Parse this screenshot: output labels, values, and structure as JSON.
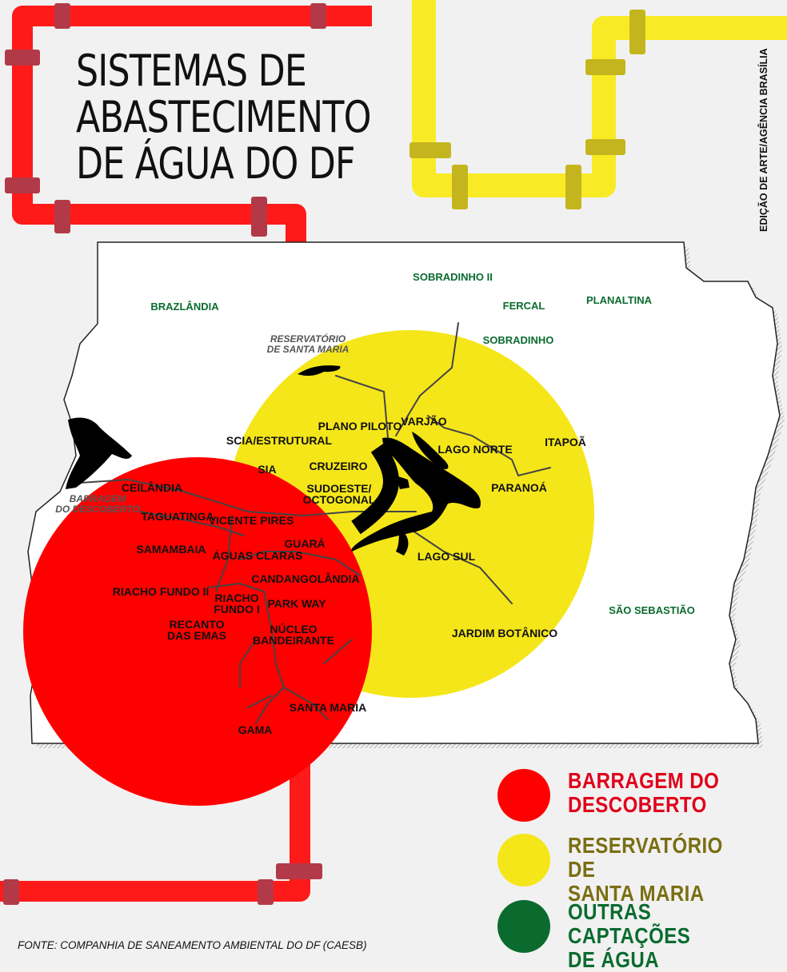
{
  "title": {
    "line1": "SISTEMAS DE",
    "line2": "ABASTECIMENTO",
    "line3": "DE ÁGUA DO DF"
  },
  "credit": "EDIÇÃO DE ARTE/AGÊNCIA BRASÍLIA",
  "source": "FONTE: COMPANHIA DE SANEAMENTO AMBIENTAL DO DF (CAESB)",
  "colors": {
    "descoberto": "#ff0000",
    "santa_maria": "#f5e61a",
    "outras": "#0b6b2f",
    "pipe_red": "#ff1a1a",
    "pipe_red_joint": "#b23a48",
    "pipe_yellow": "#f8eb25",
    "pipe_yellow_joint": "#c4b51e",
    "santa_maria_legend_text": "#7a6e12"
  },
  "reservoirs": {
    "santa_maria": "RESERVATÓRIO\nDE SANTA MARIA",
    "descoberto": "BARRAGEM\nDO DESCOBERTO"
  },
  "outras_captacoes": [
    "SOBRADINHO II",
    "BRAZLÂNDIA",
    "FERCAL",
    "PLANALTINA",
    "SOBRADINHO",
    "SÃO SEBASTIÃO"
  ],
  "regions": [
    "PLANO PILOTO",
    "VARJÃO",
    "SCIA/ESTRUTURAL",
    "LAGO NORTE",
    "ITAPOÃ",
    "SIA",
    "CRUZEIRO",
    "SUDOESTE/\nOCTOGONAL",
    "PARANOÁ",
    "CEILÂNDIA",
    "TAGUATINGA",
    "VICENTE PIRES",
    "GUARÁ",
    "SAMAMBAIA",
    "ÁGUAS CLARAS",
    "LAGO SUL",
    "CANDANGOLÂNDIA",
    "RIACHO FUNDO II",
    "RIACHO\nFUNDO I",
    "PARK WAY",
    "RECANTO\nDAS EMAS",
    "NÚCLEO\nBANDEIRANTE",
    "JARDIM BOTÂNICO",
    "SANTA MARIA",
    "GAMA"
  ],
  "legend": [
    {
      "label": "BARRAGEM DO\nDESCOBERTO",
      "color": "#ff0000",
      "text_color": "#e0001a"
    },
    {
      "label": "RESERVATÓRIO DE\nSANTA MARIA",
      "color": "#f5e61a",
      "text_color": "#7a6e12"
    },
    {
      "label": "OUTRAS CAPTAÇÕES\nDE ÁGUA",
      "color": "#0b6b2f",
      "text_color": "#0b6b2f"
    }
  ]
}
